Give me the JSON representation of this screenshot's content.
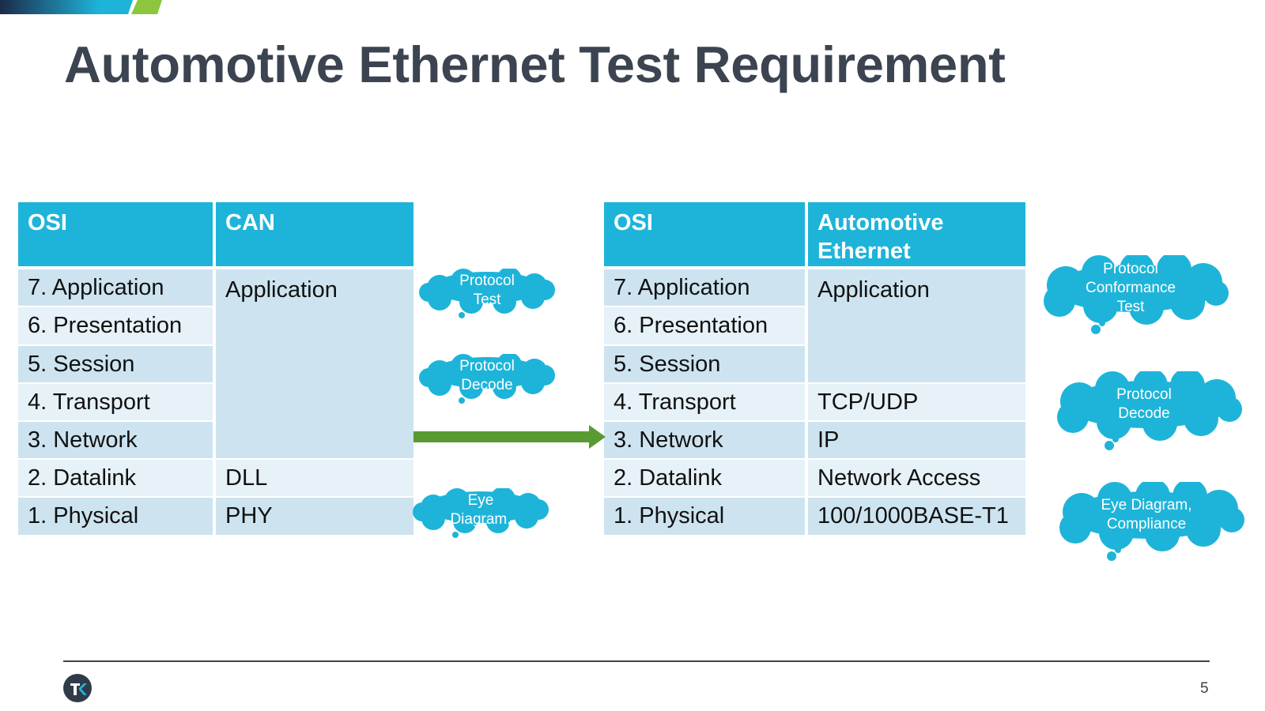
{
  "slide": {
    "title": "Automotive Ethernet Test Requirement",
    "page_number": "5"
  },
  "left_table": {
    "headers": [
      "OSI",
      "CAN"
    ],
    "layers": [
      "7. Application",
      "6. Presentation",
      "5. Session",
      "4. Transport",
      "3. Network",
      "2. Datalink",
      "1. Physical"
    ],
    "can_application": "Application",
    "can_datalink": "DLL",
    "can_physical": "PHY"
  },
  "right_table": {
    "headers": [
      "OSI",
      "Automotive Ethernet"
    ],
    "layers": [
      "7. Application",
      "6. Presentation",
      "5. Session",
      "4. Transport",
      "3. Network",
      "2. Datalink",
      "1. Physical"
    ],
    "eth_application": "Application",
    "eth_transport": "TCP/UDP",
    "eth_network": "IP",
    "eth_datalink": "Network Access",
    "eth_physical": "100/1000BASE-T1"
  },
  "callouts": {
    "left": [
      [
        "Protocol",
        "Test"
      ],
      [
        "Protocol",
        "Decode"
      ],
      [
        "Eye",
        "Diagram,"
      ]
    ],
    "right": [
      [
        "Protocol",
        "Conformance",
        "Test"
      ],
      [
        "Protocol",
        "Decode"
      ],
      [
        "Eye Diagram,",
        "Compliance"
      ]
    ]
  },
  "colors": {
    "header_cyan": "#1eb4d9",
    "row_dark": "#cde4f0",
    "row_light": "#e6f1f8",
    "arrow_green": "#5a9a32",
    "title_gray": "#3b4450",
    "cloud": "#1eb4d9"
  }
}
